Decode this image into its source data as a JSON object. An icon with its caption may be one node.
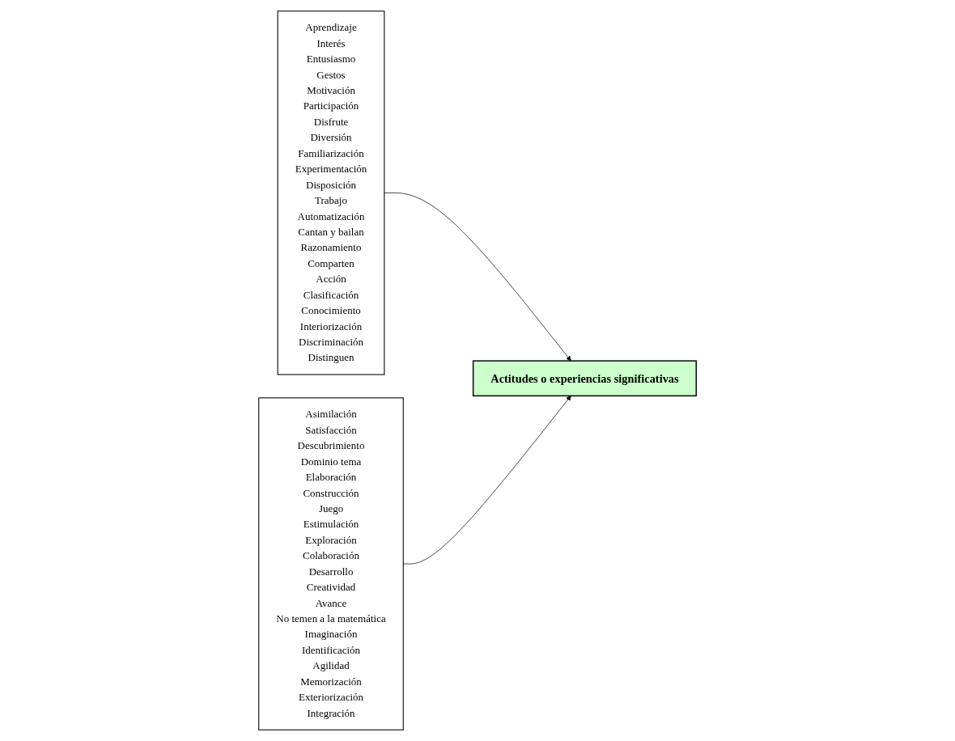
{
  "diagram": {
    "nodes": [
      {
        "text": [
          "Aprendizaje",
          "Interés",
          "Entusiasmo",
          "Gestos",
          "Motivación",
          "Participación",
          "Disfrute",
          "Diversión",
          "Familiarización",
          "Experimentación",
          "Disposición",
          "Trabajo",
          "Automatización",
          "Cantan y bailan",
          "Razonamiento",
          "Comparten",
          "Acción",
          "Clasificación",
          "Conocimiento",
          "Interiorización",
          "Discriminación",
          "Distinguen"
        ]
      },
      {
        "text": [
          "Actitudes o experiencias significativas"
        ]
      },
      {
        "text": [
          "Asimilación",
          "Satisfacción",
          "Descubrimiento",
          "Dominio tema",
          "Elaboración",
          "Construcción",
          "Juego",
          "Estimulación",
          "Exploración",
          "Colaboración",
          "Desarrollo",
          "Creatividad",
          "Avance",
          "No temen a la matemática",
          "Imaginación",
          "Identificación",
          "Agilidad",
          "Memorización",
          "Exteriorización",
          "Integración"
        ]
      }
    ],
    "edges": [
      {
        "from": 0,
        "to": 1,
        "arrow": "to"
      },
      {
        "from": 2,
        "to": 1,
        "arrow": "to"
      }
    ]
  }
}
